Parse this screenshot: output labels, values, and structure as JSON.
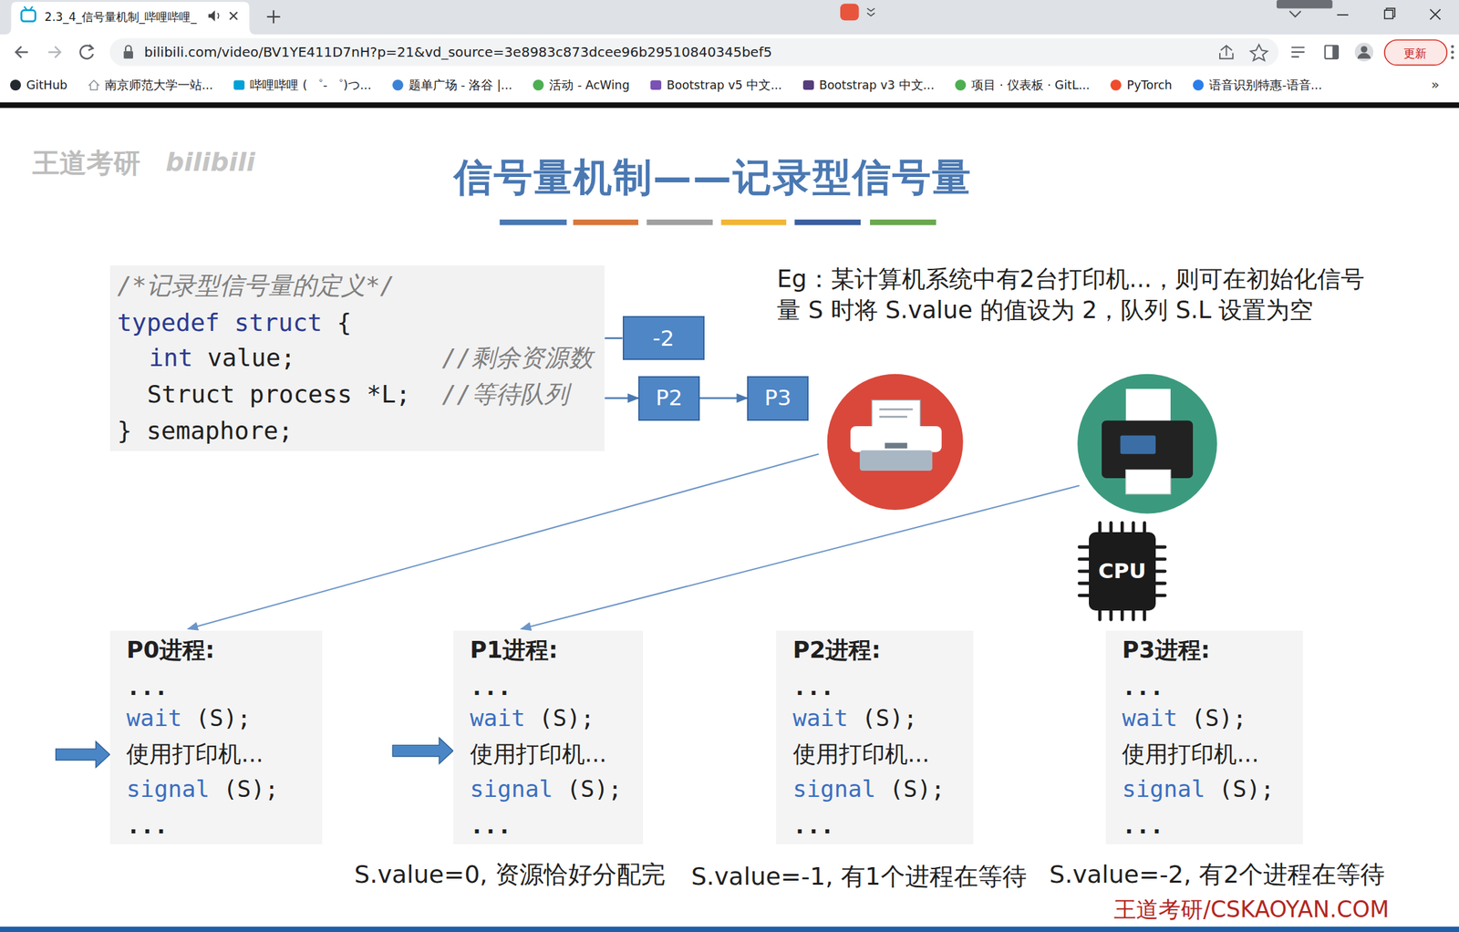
{
  "diagram": {
    "title": "信号量机制——记录型信号量",
    "nodes": [
      {
        "text": [
          "/*记录型信号量的定义*/",
          "typedef struct {",
          "int value;",
          "//剩余资源数",
          "Struct process *L;",
          "//等待队列",
          "} semaphore;"
        ]
      },
      {
        "text": [
          "-2"
        ]
      },
      {
        "text": [
          "P2"
        ]
      },
      {
        "text": [
          "P3"
        ]
      },
      {
        "text": [
          "CPU"
        ]
      },
      {
        "text": [
          "P0进程:",
          "...",
          "wait (S);",
          "使用打印机...",
          "signal (S);",
          "..."
        ]
      },
      {
        "text": [
          "P1进程:",
          "...",
          "wait (S);",
          "使用打印机...",
          "signal (S);",
          "..."
        ]
      },
      {
        "text": [
          "P2进程:",
          "...",
          "wait (S);",
          "使用打印机...",
          "signal (S);",
          "..."
        ]
      },
      {
        "text": [
          "P3进程:",
          "...",
          "wait (S);",
          "使用打印机...",
          "signal (S);",
          "..."
        ]
      }
    ],
    "edges": [
      {
        "from": 1,
        "to": 0,
        "arrow": "none"
      },
      {
        "from": 0,
        "to": 2,
        "arrow": "to"
      },
      {
        "from": 2,
        "to": 3,
        "arrow": "to"
      }
    ],
    "labels": [
      "2.3_4_信号量机制_哔哩哔哩_",
      "bilibili.com/video/BV1YE411D7nH?p=21&vd_source=3e8983c873dcee96b29510840345bef5",
      "更新",
      "GitHub",
      "南京师范大学一站...",
      "哔哩哔哩 ( ゜- ゜)つ...",
      "题单广场 - 洛谷 |...",
      "活动 - AcWing",
      "Bootstrap v5 中文...",
      "Bootstrap v3 中文...",
      "项目 · 仪表板 · GitL...",
      "PyTorch",
      "语音识别特惠-语音...",
      "»",
      "王道考研",
      "Eg：某计算机系统中有2台打印机...，则可在初始化信号量 S 时将 S.value 的值设为 2，队列 S.L 设置为空",
      "S.value=0, 资源恰好分配完",
      "S.value=-1, 有1个进程在等待",
      "S.value=-2, 有2个进程在等待",
      "王道考研/CSKAOYAN.COM",
      "bilibili"
    ]
  }
}
